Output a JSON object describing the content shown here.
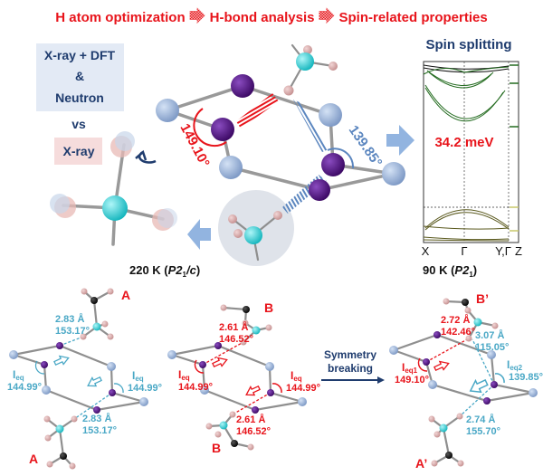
{
  "header": {
    "step1": "H atom optimization",
    "step2": "H-bond analysis",
    "step3": "Spin-related properties"
  },
  "method_box": {
    "line1": "X-ray + DFT",
    "line2": "&",
    "line3": "Neutron",
    "vs": "vs",
    "xray": "X-ray"
  },
  "center": {
    "angle_left": "149.10°",
    "angle_right": "139.85°"
  },
  "band_plot": {
    "title": "Spin splitting",
    "splitting": "34.2 meV",
    "kpoints": [
      "X",
      "Γ",
      "Y,Γ",
      "Z"
    ]
  },
  "phases": {
    "high_T": {
      "temp": "220 K (",
      "group": "P2",
      "sub": "1",
      "tail": "/c",
      "close": ")"
    },
    "low_T": {
      "temp": "90 K (",
      "group": "P2",
      "sub": "1",
      "close": ")"
    }
  },
  "panel_a": {
    "label_top": "A",
    "label_bottom": "A",
    "hb_top": {
      "dist": "2.83 Å",
      "angle": "153.17°"
    },
    "hb_bottom": {
      "dist": "2.83 Å",
      "angle": "153.17°"
    },
    "ieq_left": {
      "main": "I",
      "sub": "eq",
      "angle": "144.99°"
    },
    "ieq_right": {
      "main": "I",
      "sub": "eq",
      "angle": "144.99°"
    }
  },
  "panel_b": {
    "label_top": "B",
    "label_bottom": "B",
    "hb_top": {
      "dist": "2.61 Å",
      "angle": "146.52°"
    },
    "hb_bottom": {
      "dist": "2.61 Å",
      "angle": "146.52°"
    },
    "ieq_left": {
      "main": "I",
      "sub": "eq",
      "angle": "144.99°"
    },
    "ieq_right": {
      "main": "I",
      "sub": "eq",
      "angle": "144.99°"
    }
  },
  "transition": {
    "line1": "Symmetry",
    "line2": "breaking"
  },
  "panel_c": {
    "label_top": "B’",
    "label_bottom": "A’",
    "hb_top_red": {
      "dist": "2.72 Å",
      "angle": "142.46°"
    },
    "hb_top_blue": {
      "dist": "3.07 Å",
      "angle": "115.05°"
    },
    "hb_bottom": {
      "dist": "2.74 Å",
      "angle": "155.70°"
    },
    "ieq1": {
      "main": "I",
      "sub": "eq1",
      "angle": "149.10°"
    },
    "ieq2": {
      "main": "I",
      "sub": "eq2",
      "angle": "139.85°"
    }
  },
  "colors": {
    "red": "#e8141b",
    "cyan": "#4aa8c6",
    "navy": "#1f3c6e",
    "iodine": "#4b0d7a",
    "lead": "#8faad4",
    "nitrogen": "#22c6cc",
    "hydrogen": "#d6a5a5"
  }
}
